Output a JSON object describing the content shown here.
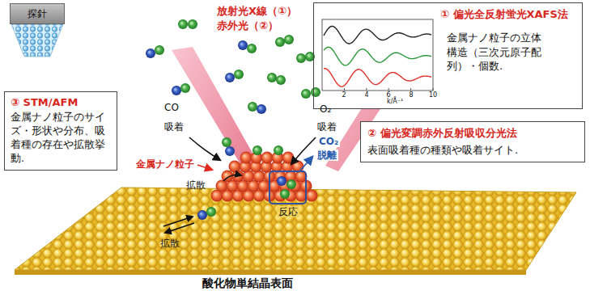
{
  "diagram": {
    "nodes": [
      {
        "text": [
          "探針"
        ]
      },
      {
        "text": [
          "① 偏光全反射蛍光XAFS法",
          "金属ナノ粒子の立体構造（三次元原子配列）・個数."
        ]
      },
      {
        "text": [
          "③ STM/AFM",
          "金属ナノ粒子のサイズ・形状や分布、吸着種の存在や拡散挙動."
        ]
      },
      {
        "text": [
          "② 偏光変調赤外反射吸収分光法",
          "表面吸着種の種類や吸着サイト."
        ]
      }
    ],
    "labels": [
      "放射光X線（①）",
      "赤外光（②）",
      "CO",
      "O₂",
      "吸着",
      "吸着",
      "CO₂",
      "脱離",
      "金属ナノ粒子",
      "拡散",
      "反応",
      "拡散",
      "酸化物単結晶表面",
      "k/Å⁻¹",
      "2",
      "4",
      "6",
      "8",
      "10"
    ]
  }
}
